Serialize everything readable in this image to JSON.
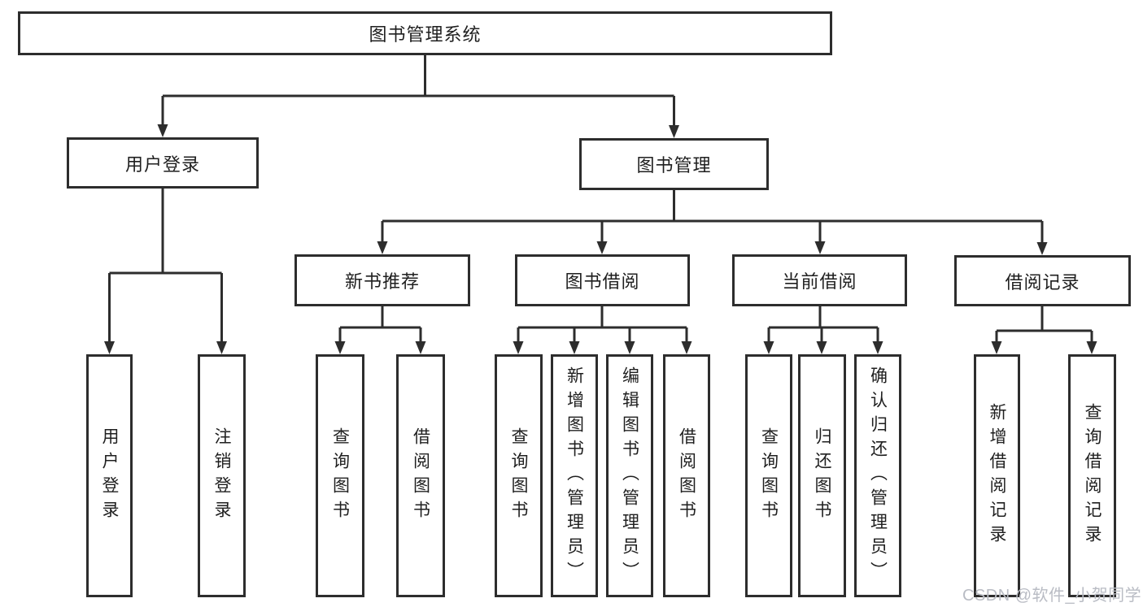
{
  "colors": {
    "line": "#2d2d2d",
    "box_border": "#2d2d2d",
    "box_fill": "#ffffff",
    "text": "#1f1f1f",
    "watermark": "#b9bcc4",
    "background": "#ffffff"
  },
  "watermark": {
    "text": "CSDN @软件_小贺同学"
  },
  "tree": {
    "label": "图书管理系统",
    "children": [
      {
        "label": "用户登录",
        "children": [
          {
            "label": "用户登录"
          },
          {
            "label": "注销登录"
          }
        ]
      },
      {
        "label": "图书管理",
        "children": [
          {
            "label": "新书推荐",
            "children": [
              {
                "label": "查询图书"
              },
              {
                "label": "借阅图书"
              }
            ]
          },
          {
            "label": "图书借阅",
            "children": [
              {
                "label": "查询图书"
              },
              {
                "label": "新增图书（管理员）"
              },
              {
                "label": "编辑图书（管理员）"
              },
              {
                "label": "借阅图书"
              }
            ]
          },
          {
            "label": "当前借阅",
            "children": [
              {
                "label": "查询图书"
              },
              {
                "label": "归还图书"
              },
              {
                "label": "确认归还（管理员）"
              }
            ]
          },
          {
            "label": "借阅记录",
            "children": [
              {
                "label": "新增借阅记录"
              },
              {
                "label": "查询借阅记录"
              }
            ]
          }
        ]
      }
    ]
  }
}
